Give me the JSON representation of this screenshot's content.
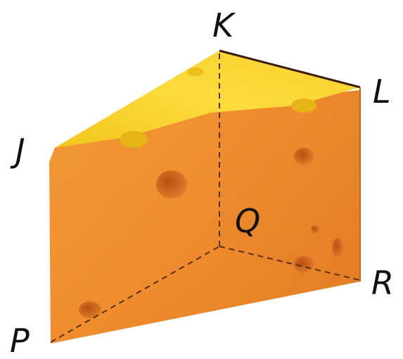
{
  "vertices": {
    "K": "K",
    "L": "L",
    "J": "J",
    "Q": "Q",
    "R": "R",
    "P": "P"
  },
  "colors": {
    "top_face": "#f6d21a",
    "top_face_light": "#fbe24a",
    "front_face": "#ef8a2c",
    "front_face_dark": "#d9661a",
    "right_face": "#ee8327",
    "hole": "#c95a12",
    "hidden_edge": "#5a2f12",
    "top_edge": "#3a1c0b",
    "label": "#111111"
  }
}
